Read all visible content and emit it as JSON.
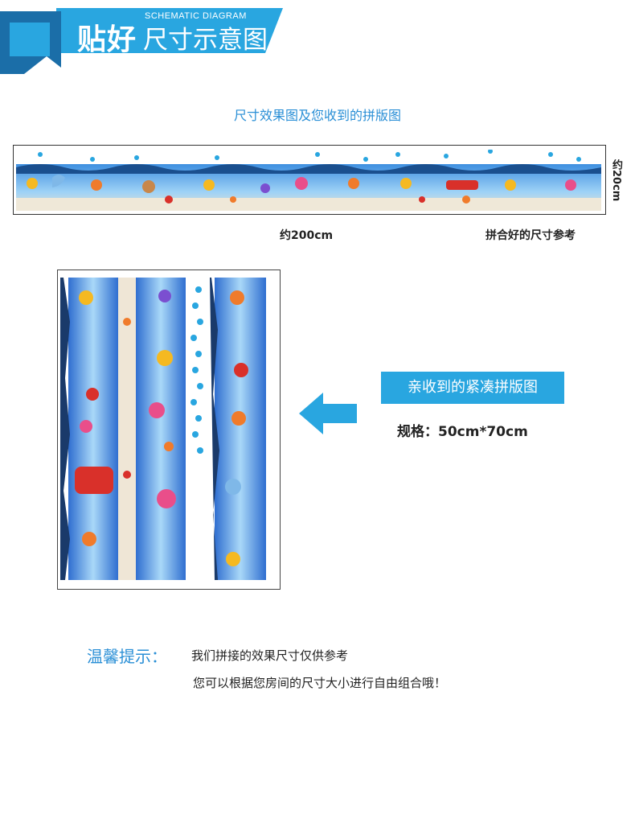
{
  "header": {
    "title_bold": "贴好",
    "title_light": "尺寸示意图",
    "subtitle_en": "SCHEMATIC DIAGRAM",
    "accent_color": "#29a6e0",
    "shadow_color": "#1b6ea8"
  },
  "section_assembled": {
    "title": "尺寸效果图及您收到的拼版图",
    "height_label": "约20cm",
    "width_label": "约200cm",
    "note": "拼合好的尺寸参考"
  },
  "section_sheet": {
    "badge": "亲收到的紧凑拼版图",
    "spec": "规格：50cm*70cm",
    "arrow_icon": "arrow-left-icon"
  },
  "tips": {
    "label": "温馨提示：",
    "line1": "我们拼接的效果尺寸仅供参考",
    "line2": "您可以根据您房间的尺寸大小进行自由组合哦！"
  }
}
